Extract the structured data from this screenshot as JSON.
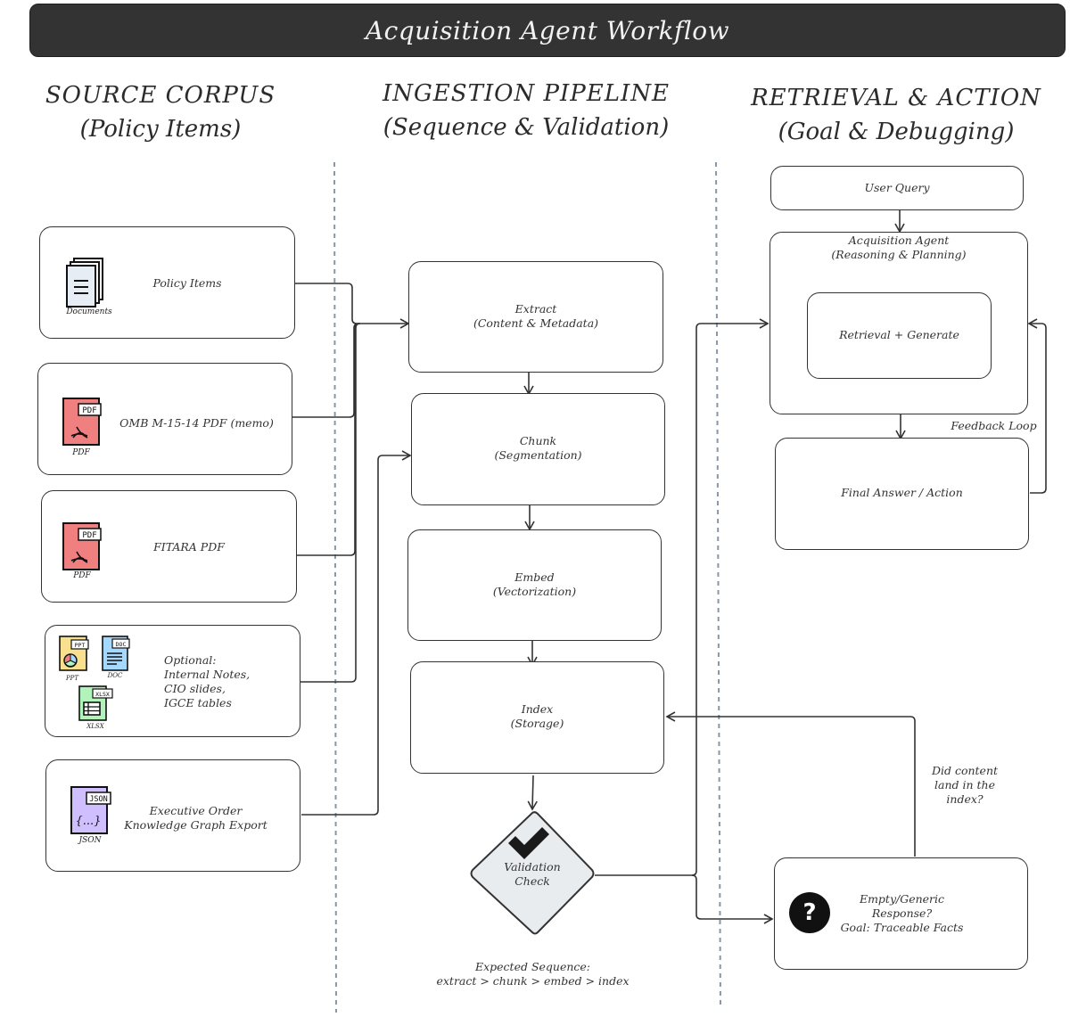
{
  "title": "Acquisition Agent Workflow",
  "columns": [
    {
      "heading": "SOURCE CORPUS",
      "subheading": "(Policy Items)"
    },
    {
      "heading": "INGESTION PIPELINE",
      "subheading": "(Sequence & Validation)"
    },
    {
      "heading": "RETRIEVAL & ACTION",
      "subheading": "(Goal & Debugging)"
    }
  ],
  "sources": [
    {
      "label": "Policy Items",
      "icon": "documents-icon",
      "icon_caption": "Documents"
    },
    {
      "label": "OMB M-15-14 PDF (memo)",
      "icon": "pdf-file-icon",
      "icon_caption": "PDF",
      "icon_tag": "PDF"
    },
    {
      "label": "FITARA PDF",
      "icon": "pdf-file-icon",
      "icon_caption": "PDF",
      "icon_tag": "PDF"
    },
    {
      "label": "Optional:\nInternal Notes,\nCIO slides,\nIGCE tables",
      "icons": [
        {
          "icon": "ppt-file-icon",
          "caption": "PPT",
          "tag": "PPT"
        },
        {
          "icon": "doc-file-icon",
          "caption": "DOC",
          "tag": "DOC"
        },
        {
          "icon": "xlsx-file-icon",
          "caption": "XLSX",
          "tag": "XLSX"
        }
      ]
    },
    {
      "label": "Executive Order\nKnowledge Graph Export",
      "icon": "json-file-icon",
      "icon_caption": "JSON",
      "icon_tag": "JSON",
      "glyph": "{...}"
    }
  ],
  "pipeline": [
    {
      "label": "Extract\n(Content & Metadata)"
    },
    {
      "label": "Chunk\n(Segmentation)"
    },
    {
      "label": "Embed\n(Vectorization)"
    },
    {
      "label": "Index\n(Storage)"
    }
  ],
  "validation": {
    "label": "Validation\nCheck",
    "note": "Expected Sequence:\nextract > chunk > embed > index"
  },
  "retrieval": {
    "user_query": "User Query",
    "agent": "Acquisition Agent\n(Reasoning & Planning)",
    "retrieve_generate": "Retrieval + Generate",
    "feedback_loop": "Feedback Loop",
    "final_answer": "Final Answer / Action",
    "debug_question": "Did content\nland in the\nindex?",
    "empty_response": "Empty/Generic\nResponse?\nGoal: Traceable Facts",
    "question_glyph": "?"
  },
  "colors": {
    "title_bg": "#333333",
    "pdf": "#f08080",
    "ppt": "#f8e08e",
    "doc": "#a5d8ff",
    "xlsx": "#b2f2bb",
    "json": "#d0bfff",
    "document": "#e7edf5",
    "diamond": "#e9ecef",
    "divider": "#8a96a3"
  }
}
